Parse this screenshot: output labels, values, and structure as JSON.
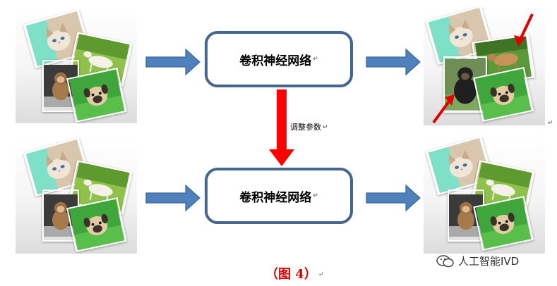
{
  "diagram": {
    "rows": [
      {
        "box_label": "卷积神经网络",
        "output_state": "misclassified"
      },
      {
        "box_label": "卷积神经网络",
        "output_state": "correct"
      }
    ],
    "adjust_label": "调整参数",
    "caption": "（图 4）",
    "return_mark": "↵",
    "watermark": "人工智能IVD"
  },
  "colors": {
    "flow_arrow": "#4f81bd",
    "flow_arrow_outline": "#3a6596",
    "box_border": "#44678f",
    "adjust_arrow": "#ff0000",
    "error_arrow": "#e00000",
    "caption": "#d40000"
  },
  "icons": [
    "cat-photo",
    "goat-photo",
    "monkey-photo",
    "dog-photo",
    "calf-photo",
    "chimp-photo",
    "wechat-icon"
  ]
}
